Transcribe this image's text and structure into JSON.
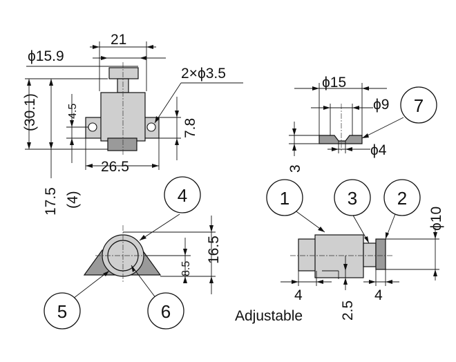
{
  "dimensions": {
    "width_21": "21",
    "dia_15_9": "ϕ15.9",
    "holes_2x3_5": "2×ϕ3.5",
    "height_30_1": "(30.1)",
    "offset_4_5": "4.5",
    "height_7_8": "7.8",
    "width_26_5": "26.5",
    "height_17_5": "17.5",
    "height_4": "(4)",
    "dia_15": "ϕ15",
    "dia_9": "ϕ9",
    "dia_4": "ϕ4",
    "thick_3": "3",
    "height_16_5": "16.5",
    "height_8_5": "8.5",
    "dia_10": "ϕ10",
    "side_4_left": "4",
    "side_4_right": "4",
    "offset_2_5": "2.5"
  },
  "callouts": [
    "1",
    "2",
    "3",
    "4",
    "5",
    "6",
    "7"
  ],
  "notes": {
    "adjustable": "Adjustable"
  }
}
